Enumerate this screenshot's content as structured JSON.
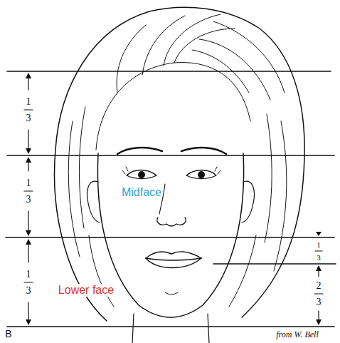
{
  "diagram": {
    "labels": [
      "1",
      "3",
      "1",
      "3",
      "Midface",
      "1",
      "3",
      "1",
      "3",
      "Lower face",
      "2",
      "3",
      "B",
      "from W. Bell"
    ]
  }
}
